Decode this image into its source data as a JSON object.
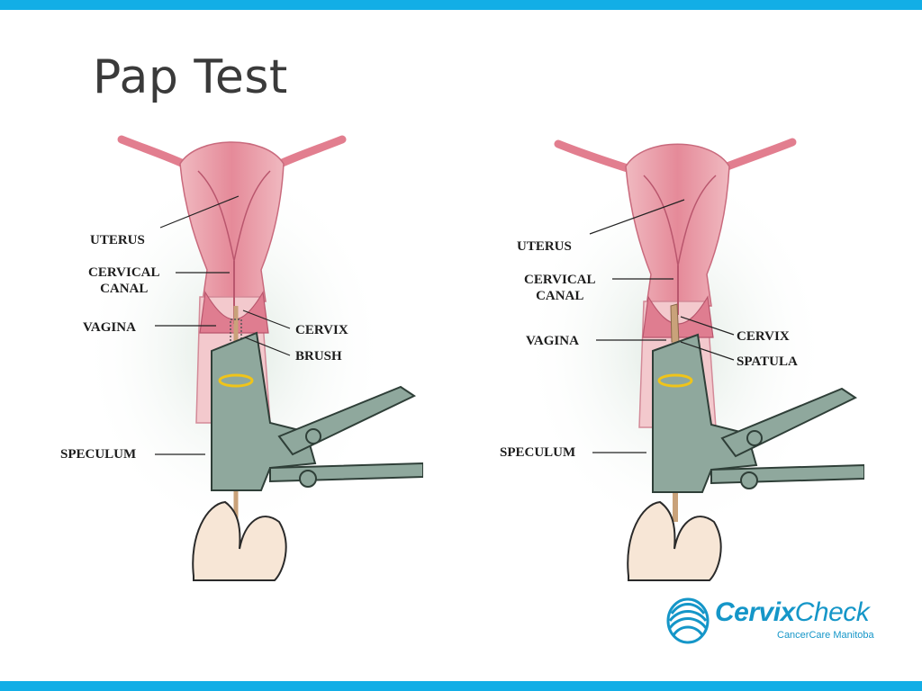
{
  "slide": {
    "title": "Pap Test",
    "accent_color": "#12aee6"
  },
  "diagrams": [
    {
      "labels": {
        "uterus": "UTERUS",
        "cervical_canal_1": "CERVICAL",
        "cervical_canal_2": "CANAL",
        "vagina": "VAGINA",
        "cervix": "CERVIX",
        "tool": "BRUSH",
        "speculum": "SPECULUM"
      }
    },
    {
      "labels": {
        "uterus": "UTERUS",
        "cervical_canal_1": "CERVICAL",
        "cervical_canal_2": "CANAL",
        "vagina": "VAGINA",
        "cervix": "CERVIX",
        "tool": "SPATULA",
        "speculum": "SPECULUM"
      }
    }
  ],
  "logo": {
    "brand_bold": "Cervix",
    "brand_light": "Check",
    "subtitle": "CancerCare Manitoba",
    "color": "#1596c8"
  },
  "icons": {
    "rotation": "rotation-arrow-icon",
    "logo_mark": "swirl-logo-icon"
  }
}
